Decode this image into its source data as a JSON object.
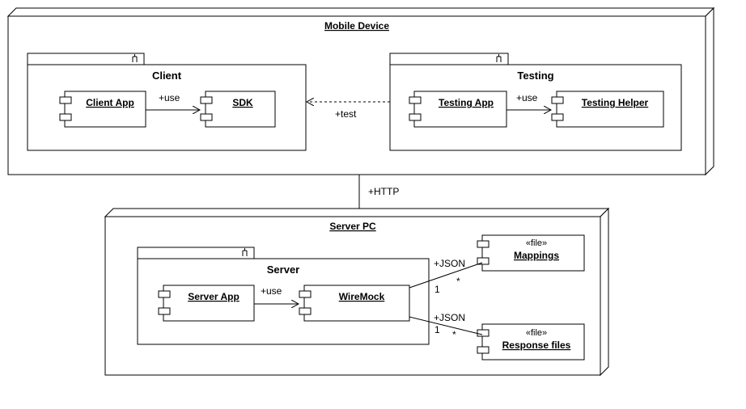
{
  "nodes": {
    "mobile_device": {
      "label": "Mobile Device"
    },
    "server_pc": {
      "label": "Server PC"
    }
  },
  "packages": {
    "client": {
      "label": "Client"
    },
    "testing": {
      "label": "Testing"
    },
    "server": {
      "label": "Server"
    }
  },
  "components": {
    "client_app": {
      "label": "Client App"
    },
    "sdk": {
      "label": "SDK"
    },
    "testing_app": {
      "label": "Testing App"
    },
    "testing_helper": {
      "label": "Testing Helper"
    },
    "server_app": {
      "label": "Server App"
    },
    "wiremock": {
      "label": "WireMock"
    },
    "mappings": {
      "stereotype": "«file»",
      "label": "Mappings"
    },
    "response_files": {
      "stereotype": "«file»",
      "label": "Response files"
    }
  },
  "edges": {
    "client_app_sdk": "+use",
    "testing_app_helper": "+use",
    "testing_client": "+test",
    "device_server": "+HTTP",
    "server_app_wiremock": "+use",
    "wiremock_mappings": {
      "label": "+JSON",
      "source_mult": "1",
      "target_mult": "*"
    },
    "wiremock_responses": {
      "label": "+JSON",
      "source_mult": "1",
      "target_mult": "*"
    }
  }
}
